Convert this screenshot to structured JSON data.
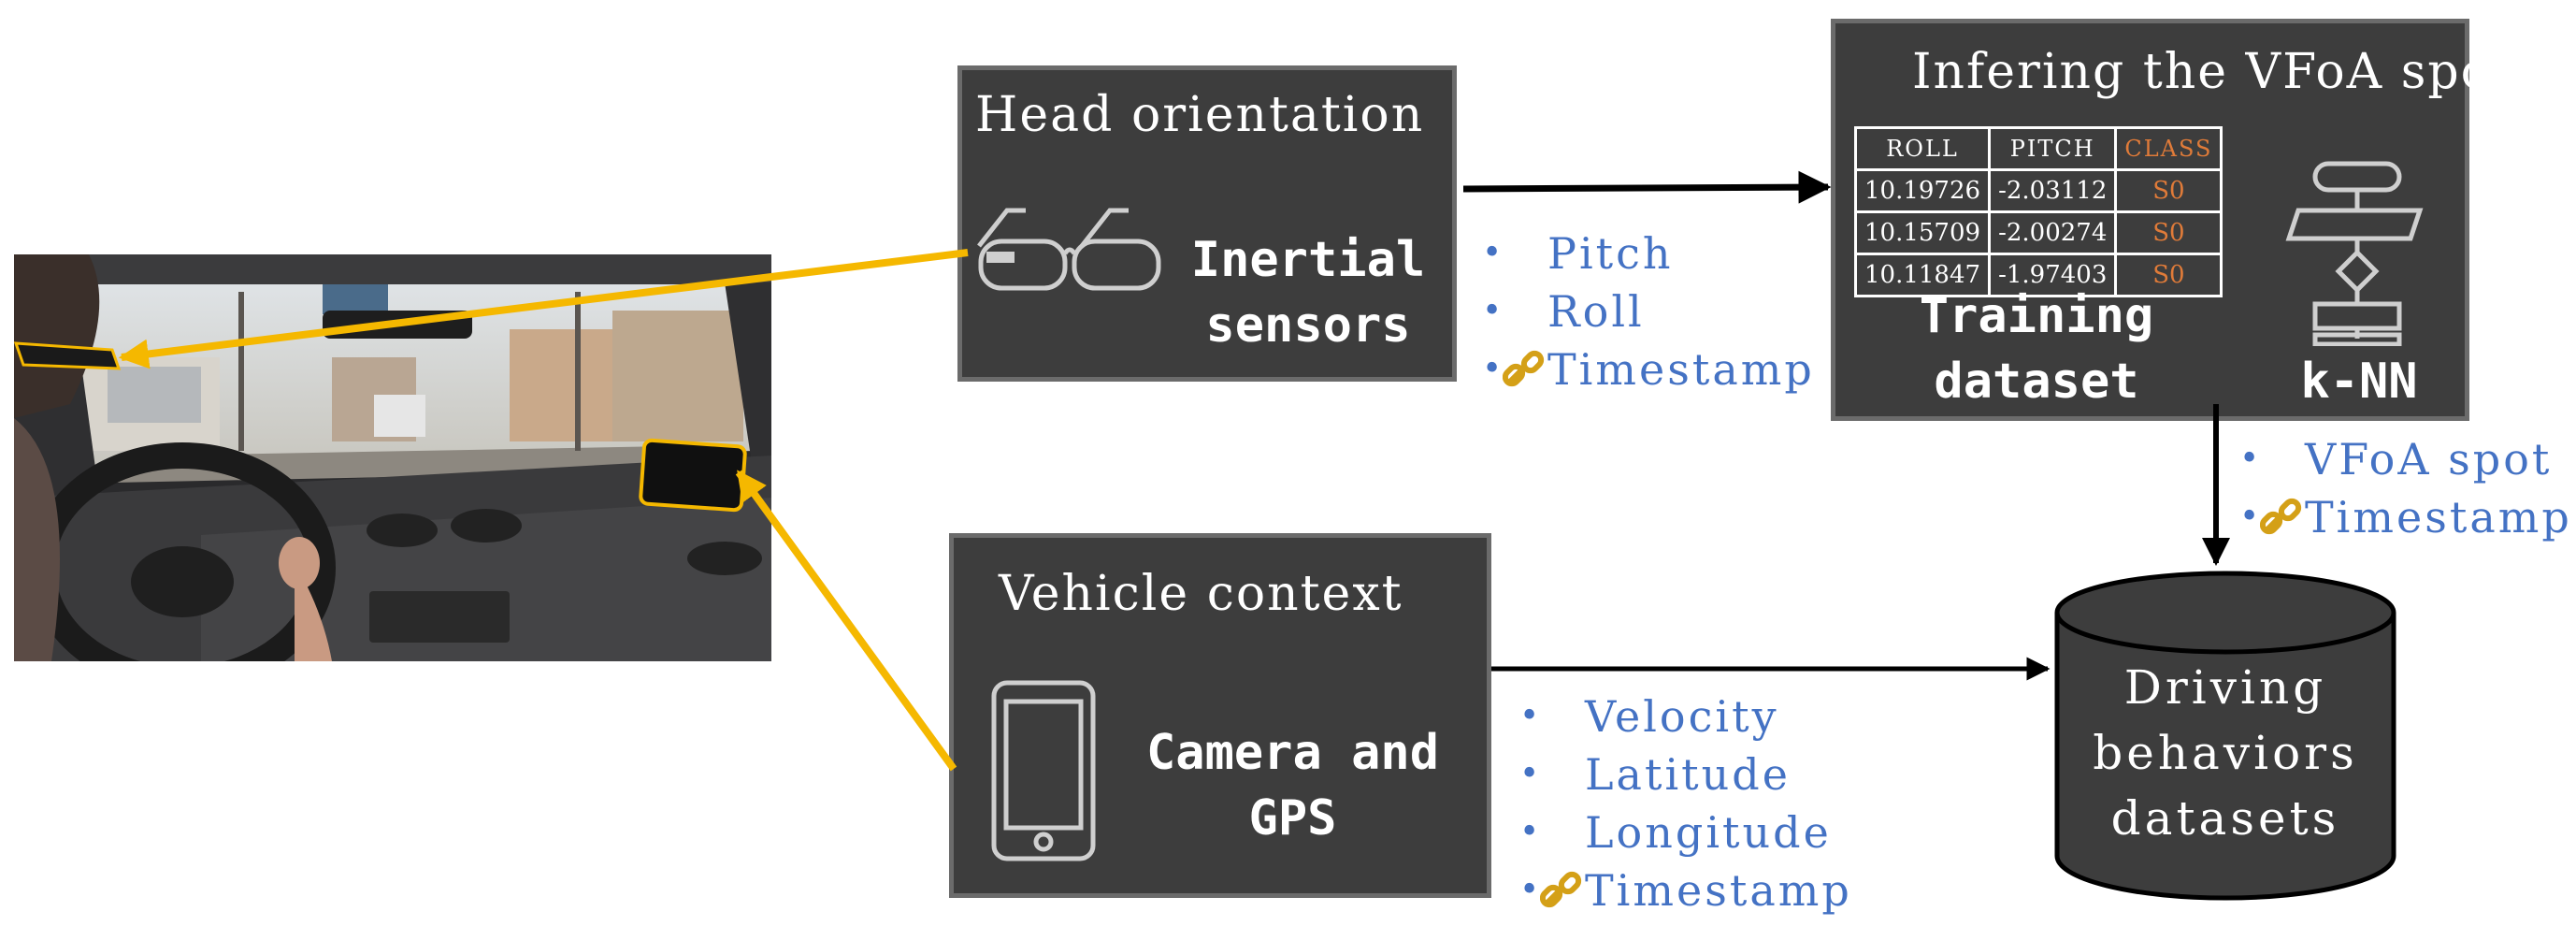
{
  "head_box": {
    "title": "Head orientation",
    "sensor_line1": "Inertial",
    "sensor_line2": "sensors",
    "icon": "glasses-icon"
  },
  "head_outputs": [
    "Pitch",
    "Roll",
    "Timestamp"
  ],
  "vfoa_box": {
    "title": "Infering the VFoA spot",
    "table_headers": [
      "ROLL",
      "PITCH",
      "CLASS"
    ],
    "table_rows": [
      [
        "10.19726",
        "-2.03112",
        "S0"
      ],
      [
        "10.15709",
        "-2.00274",
        "S0"
      ],
      [
        "10.11847",
        "-1.97403",
        "S0"
      ]
    ],
    "dataset_line1": "Training",
    "dataset_line2": "dataset",
    "algo_label": "k-NN",
    "icon": "flowchart-icon"
  },
  "vfoa_outputs": [
    "VFoA spot",
    "Timestamp"
  ],
  "vehicle_box": {
    "title": "Vehicle context",
    "device_line1": "Camera and",
    "device_line2": "GPS",
    "icon": "smartphone-icon"
  },
  "vehicle_outputs": [
    "Velocity",
    "Latitude",
    "Longitude",
    "Timestamp"
  ],
  "database": {
    "line1": "Driving",
    "line2": "behaviors",
    "line3": "datasets",
    "icon": "database-cylinder-icon"
  },
  "colors": {
    "box_bg": "#3d3d3d",
    "box_border": "#6b6b6b",
    "bullet_text": "#4472c4",
    "arrow_yellow": "#f5b800",
    "class_orange": "#e07b39",
    "link_icon": "#d4a017"
  },
  "photo": {
    "description_icon": "car-interior-photo"
  }
}
